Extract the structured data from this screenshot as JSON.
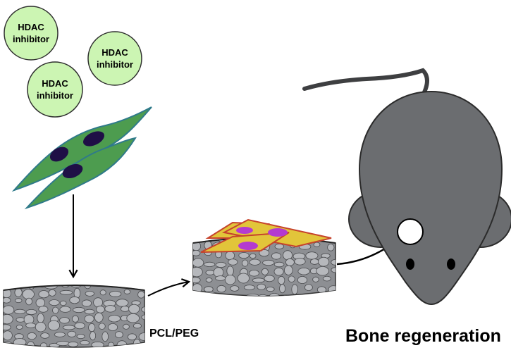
{
  "inhibitor_bubbles": [
    {
      "line1": "HDAC",
      "line2": "inhibitor"
    },
    {
      "line1": "HDAC",
      "line2": "inhibitor"
    },
    {
      "line1": "HDAC",
      "line2": "inhibitor"
    }
  ],
  "scaffold_label": "PCL/PEG",
  "outcome_label": "Bone regeneration",
  "colors": {
    "bubble_fill": "#ccf5b3",
    "bubble_stroke": "#2e2e2e",
    "stem_cell_fill": "#4d9c4f",
    "stem_cell_stroke": "#2f7a8a",
    "nucleus_dark": "#1f0f46",
    "seeded_cell_fill": "#e2c53a",
    "seeded_cell_stroke": "#c6432c",
    "nucleus_magenta": "#b43ad0",
    "scaffold_fill": "#8d8f93",
    "pore_fill": "#b6b8bc",
    "mouse_fill": "#6b6d70",
    "defect_fill": "#ffffff"
  }
}
